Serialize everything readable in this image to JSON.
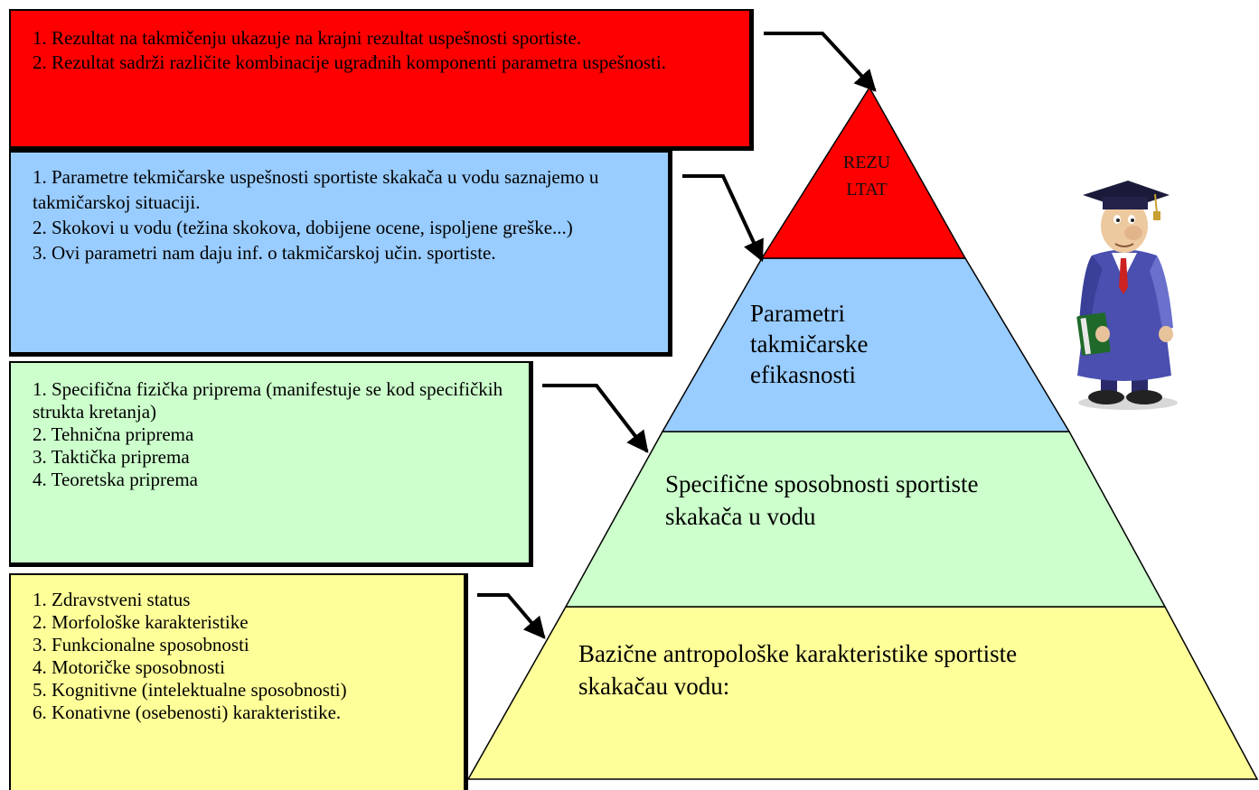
{
  "boxes": {
    "rezultat": {
      "color": "#ff0000",
      "lines": [
        "1. Rezultat na takmičenju ukazuje na krajni rezultat uspešnosti sportiste.",
        "2. Rezultat sadrži različite kombinacije ugrađnih komponenti  parametra uspešnosti."
      ]
    },
    "parametri": {
      "color": "#99ccff",
      "lines": [
        "1. Parametre tekmičarske uspešnosti sportiste skakača u vodu saznajemo u takmičarskoj situaciji.",
        "2. Skokovi u vodu (težina skokova, dobijene ocene, ispoljene greške...)",
        "3. Ovi parametri nam daju inf. o takmičarskoj učin. sportiste."
      ]
    },
    "specificne": {
      "color": "#ccffcc",
      "lines": [
        "1. Specifična fizička priprema (manifestuje se kod specifičkih strukta kretanja)",
        "2. Tehnična priprema",
        "3. Taktička priprema",
        "4. Teoretska priprema"
      ]
    },
    "bazicne": {
      "color": "#ffff99",
      "lines": [
        "1. Zdravstveni status",
        "2. Morfološke karakteristike",
        "3. Funkcionalne sposobnosti",
        "4. Motoričke sposobnosti",
        "5. Kognitivne (intelektualne sposobnosti)",
        "6. Konativne (osebenosti) karakteristike."
      ]
    }
  },
  "pyramid": {
    "levels": {
      "rezultat": {
        "lines": [
          "REZU",
          "LTAT"
        ],
        "color": "#ff0000"
      },
      "parametri": {
        "lines": [
          "Parametri",
          "takmičarske",
          "efikasnosti"
        ],
        "color": "#99ccff"
      },
      "specificne": {
        "lines": [
          "Specifične sposobnosti sportiste",
          "skakača u vodu"
        ],
        "color": "#ccffcc"
      },
      "bazicne": {
        "lines": [
          "Bazične antropološke karakteristike sportiste",
          "skakačau vodu:"
        ],
        "color": "#ffff99"
      }
    }
  },
  "icons": {
    "illustration": "graduate-character-icon"
  }
}
